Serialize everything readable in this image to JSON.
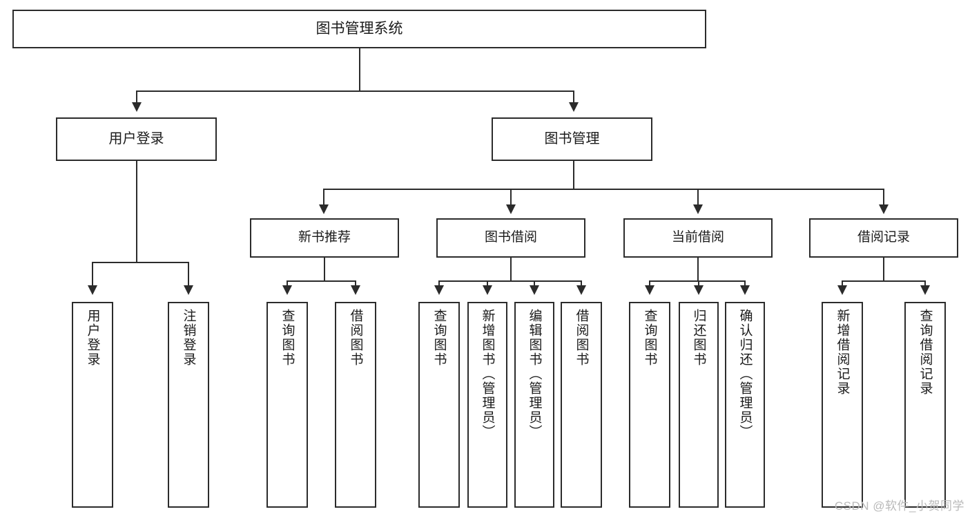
{
  "diagram": {
    "title": "图书管理系统",
    "watermark": "CSDN @软件_小贺同学",
    "nodes": {
      "root": {
        "label": "图书管理系统"
      },
      "level1": [
        {
          "id": "user-login",
          "label": "用户登录"
        },
        {
          "id": "book-manage",
          "label": "图书管理"
        }
      ],
      "level2": [
        {
          "id": "new-book-recommend",
          "label": "新书推荐"
        },
        {
          "id": "book-borrow",
          "label": "图书借阅"
        },
        {
          "id": "current-borrow",
          "label": "当前借阅"
        },
        {
          "id": "borrow-record",
          "label": "借阅记录"
        }
      ],
      "leaves": [
        {
          "id": "leaf-user-login",
          "label": "用户登录"
        },
        {
          "id": "leaf-logout-login",
          "label": "注销登录"
        },
        {
          "id": "leaf-query-book-1",
          "label": "查询图书"
        },
        {
          "id": "leaf-borrow-book-1",
          "label": "借阅图书"
        },
        {
          "id": "leaf-query-book-2",
          "label": "查询图书"
        },
        {
          "id": "leaf-add-book-admin",
          "label": "新增图书（管理员）"
        },
        {
          "id": "leaf-edit-book-admin",
          "label": "编辑图书（管理员）"
        },
        {
          "id": "leaf-borrow-book-2",
          "label": "借阅图书"
        },
        {
          "id": "leaf-query-book-3",
          "label": "查询图书"
        },
        {
          "id": "leaf-return-book",
          "label": "归还图书"
        },
        {
          "id": "leaf-confirm-return-admin",
          "label": "确认归还（管理员）"
        },
        {
          "id": "leaf-add-borrow-record",
          "label": "新增借阅记录"
        },
        {
          "id": "leaf-query-borrow-record",
          "label": "查询借阅记录"
        }
      ]
    },
    "colors": {
      "stroke": "#2b2b2b",
      "fill": "#ffffff",
      "text": "#1b1b1b",
      "watermark": "#b9b9b9"
    }
  }
}
